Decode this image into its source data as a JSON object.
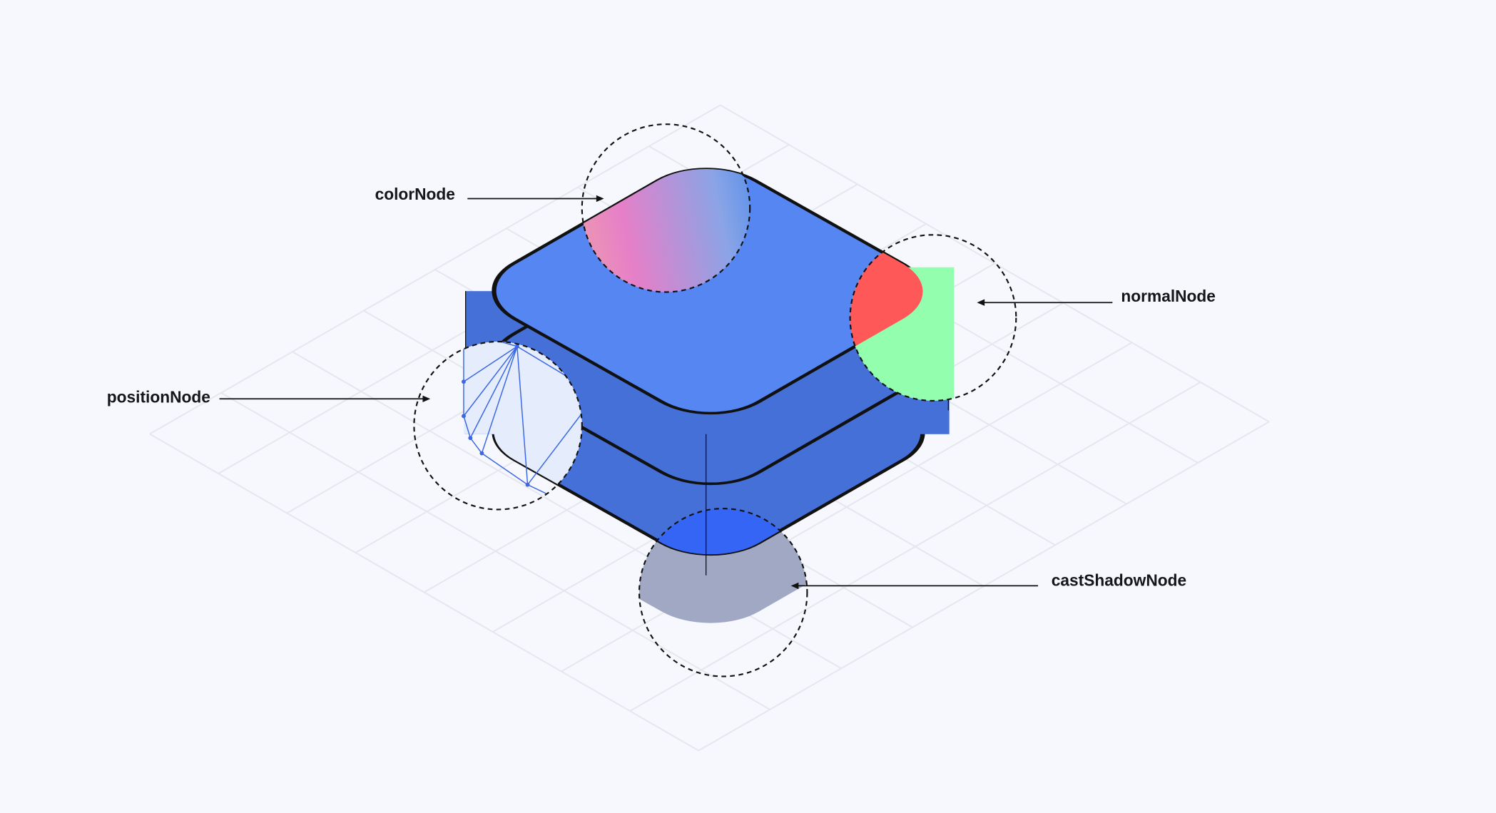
{
  "labels": {
    "color_node": "colorNode",
    "normal_node": "normalNode",
    "position_node": "positionNode",
    "cast_shadow_node": "castShadowNode"
  },
  "colors": {
    "background": "#f7f8fd",
    "top_face": "#5586f2",
    "side_face": "#4470d8",
    "normal_red": "#fe5858",
    "normal_green": "#93feae",
    "shadow": "#a0a8c4",
    "shadow_body": "#3565f5",
    "position_fill": "#e5ecfb",
    "wireframe": "#3a67e6"
  }
}
